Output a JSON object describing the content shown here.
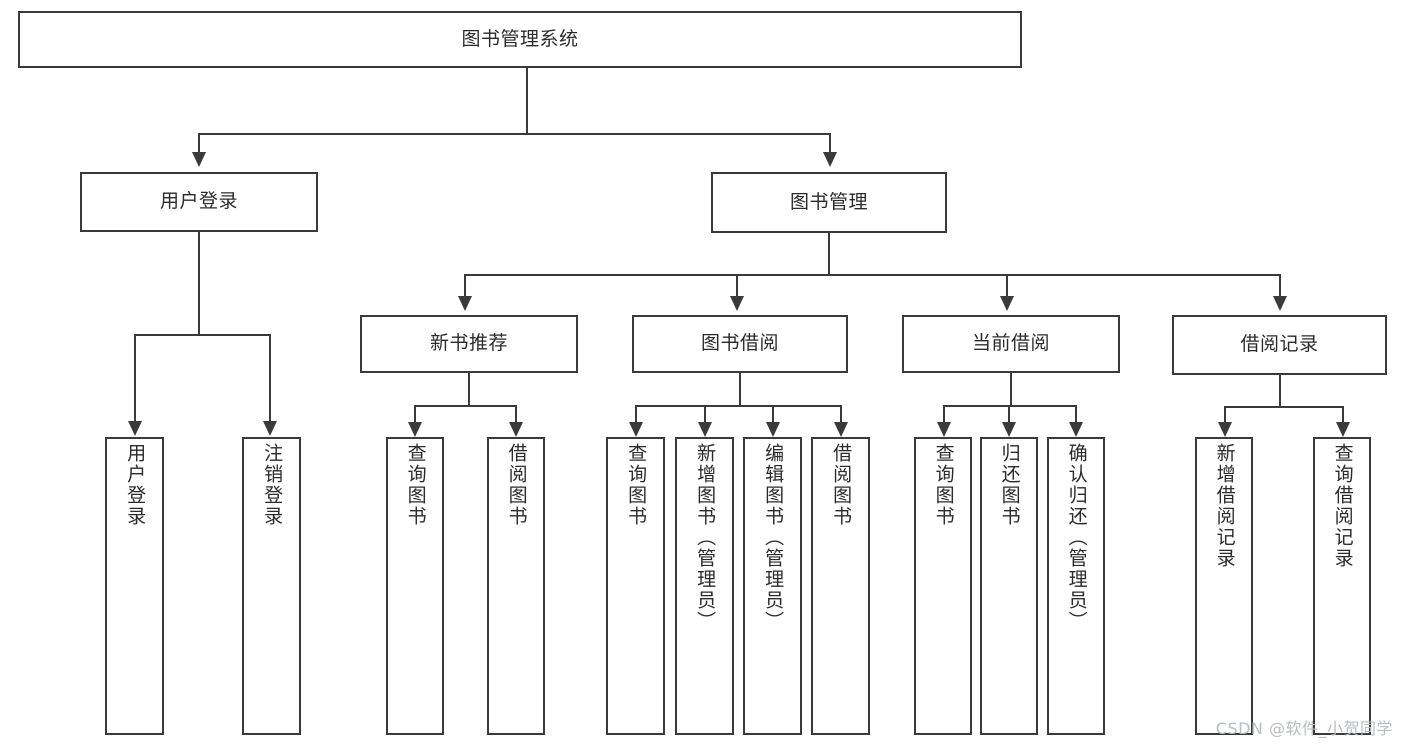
{
  "diagram": {
    "title": "图书管理系统",
    "type": "tree-hierarchy-diagram",
    "colors": {
      "stroke": "#3a3a3a",
      "fill": "#ffffff",
      "text": "#2b2b2b",
      "watermark": "#b9bcc0"
    },
    "root": {
      "label": "图书管理系统"
    },
    "level1": [
      {
        "label": "用户登录"
      },
      {
        "label": "图书管理"
      }
    ],
    "level2": [
      {
        "label": "新书推荐"
      },
      {
        "label": "图书借阅"
      },
      {
        "label": "当前借阅"
      },
      {
        "label": "借阅记录"
      }
    ],
    "leaves": {
      "user_login": [
        {
          "label": "用户登录"
        },
        {
          "label": "注销登录"
        }
      ],
      "new_book_recommend": [
        {
          "label": "查询图书"
        },
        {
          "label": "借阅图书"
        }
      ],
      "book_borrow": [
        {
          "label": "查询图书"
        },
        {
          "label": "新增图书（管理员）"
        },
        {
          "label": "编辑图书（管理员）"
        },
        {
          "label": "借阅图书"
        }
      ],
      "current_borrow": [
        {
          "label": "查询图书"
        },
        {
          "label": "归还图书"
        },
        {
          "label": "确认归还（管理员）"
        }
      ],
      "borrow_record": [
        {
          "label": "新增借阅记录"
        },
        {
          "label": "查询借阅记录"
        }
      ]
    },
    "watermark": "CSDN @软件_小贺同学"
  }
}
